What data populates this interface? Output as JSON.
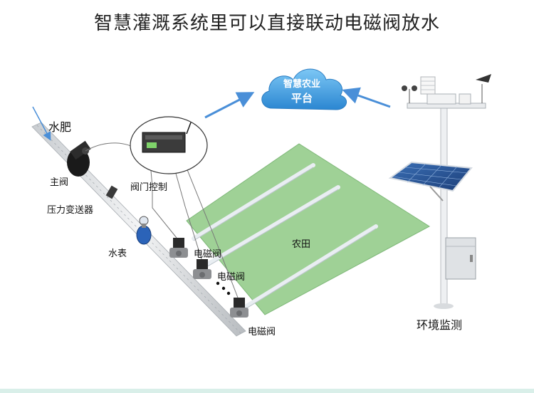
{
  "title": "智慧灌溉系统里可以直接联动电磁阀放水",
  "platform": {
    "line1": "智慧农业",
    "line2": "平台"
  },
  "labels": {
    "water_fertilizer": "水肥",
    "main_valve": "主阀",
    "pressure_transmitter": "压力变送器",
    "valve_control": "阀门控制",
    "water_meter": "水表",
    "solenoid_valve_1": "电磁阀",
    "solenoid_valve_2": "电磁阀",
    "solenoid_valve_3": "电磁阀",
    "farmland": "农田",
    "environment_monitoring": "环境监测"
  },
  "colors": {
    "field": "#9fd196",
    "cloud": "#3d9ee0",
    "arrow": "#4a8fd8",
    "pipe": "#e6e8ea"
  },
  "icons": [
    "cloud-icon",
    "controller-icon",
    "solenoid-valve-icon",
    "water-meter-icon",
    "solar-panel-icon",
    "weather-station-icon",
    "arrow-icon"
  ]
}
